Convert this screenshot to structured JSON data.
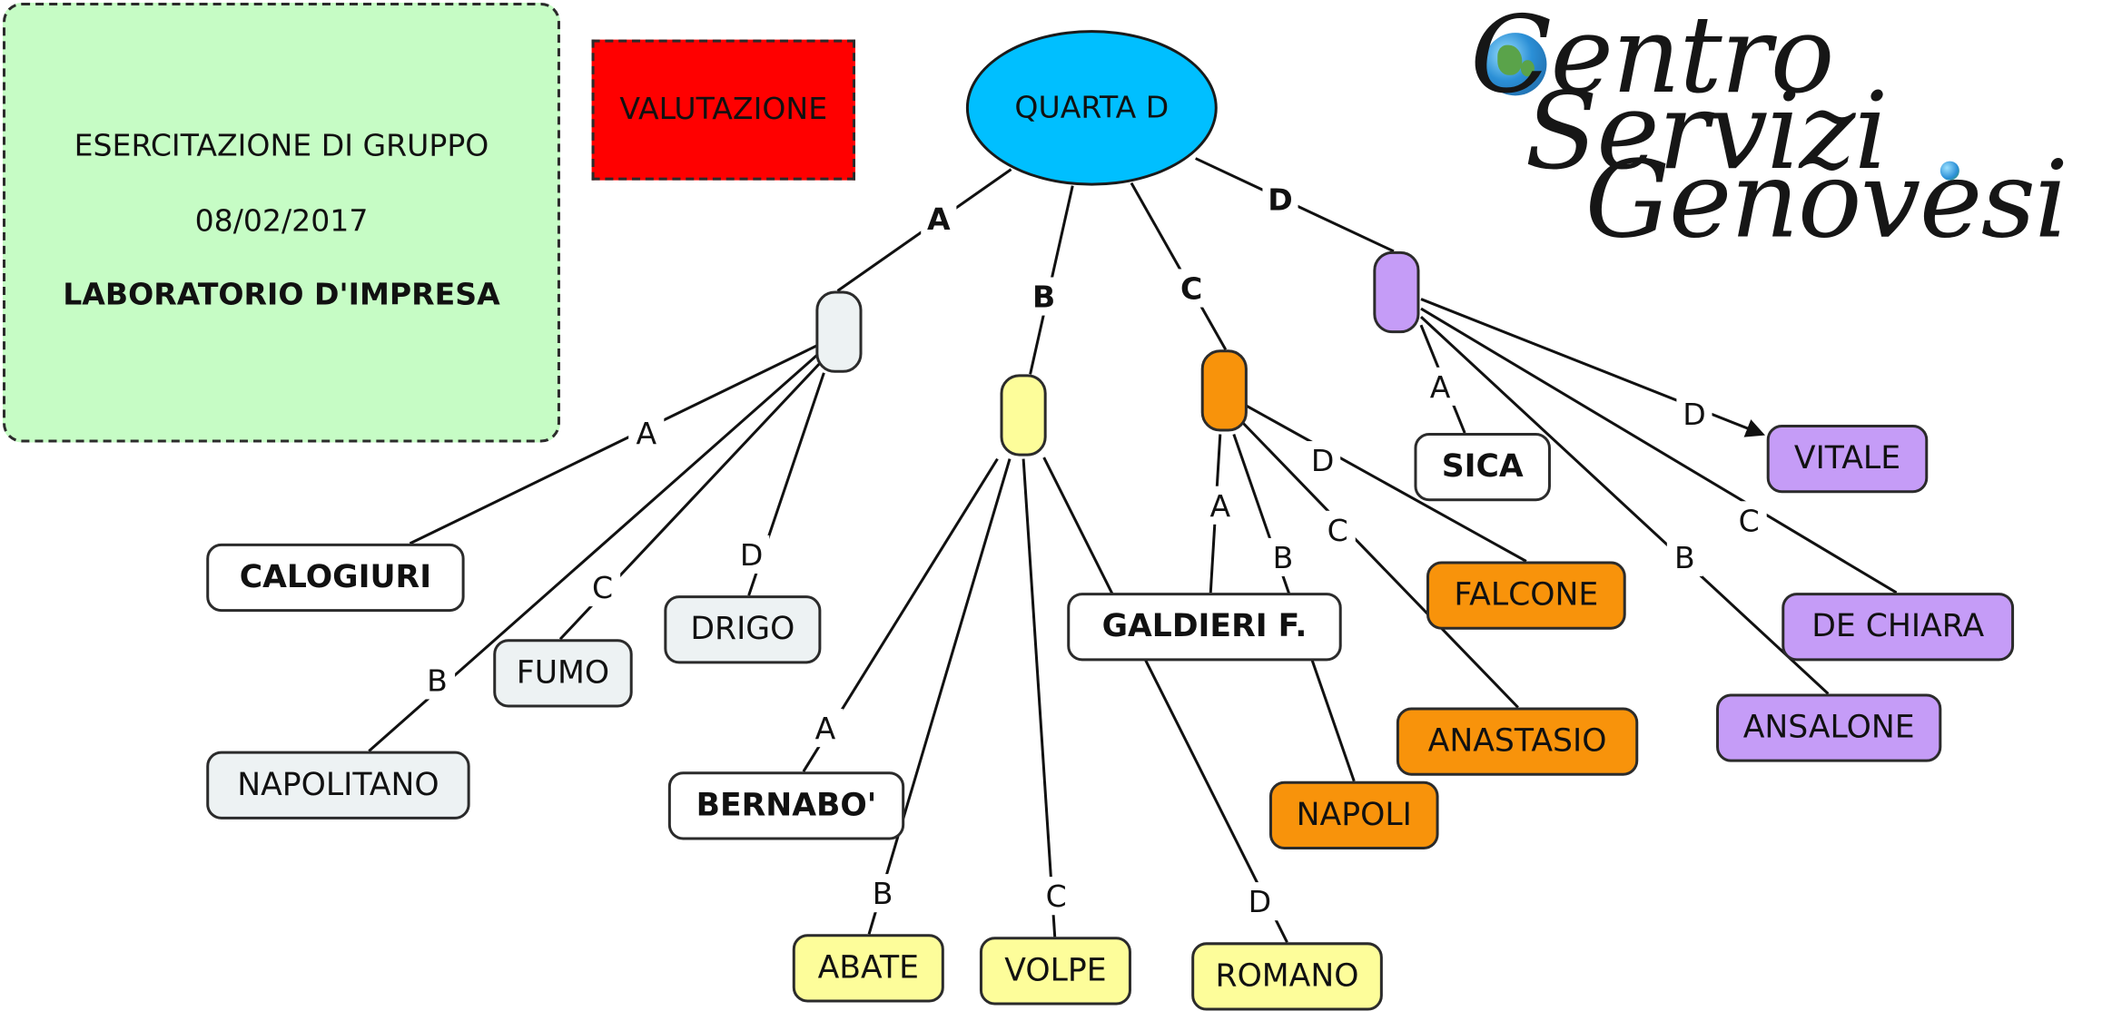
{
  "diagram": {
    "root": "QUARTA D",
    "note": {
      "line1": "ESERCITAZIONE DI GRUPPO",
      "line2": "08/02/2017",
      "line3": "LABORATORIO D'IMPRESA"
    },
    "valutazione": "VALUTAZIONE",
    "logo": {
      "line1": "Centro",
      "line2": "Servizi",
      "line3": "Genovesi"
    },
    "colors": {
      "root": "#00bfff",
      "note": "#c6fcc5",
      "valutazione": "#ff0000",
      "group_a": "#edf2f3",
      "group_b": "#fdfd9a",
      "group_c": "#f8930b",
      "group_d": "#c59cf7",
      "leader": "#ffffff"
    },
    "root_edges": {
      "a": "A",
      "b": "B",
      "c": "C",
      "d": "D"
    },
    "groups": {
      "a": {
        "edges": {
          "a": "A",
          "b": "B",
          "c": "C",
          "d": "D"
        },
        "members": {
          "a": "CALOGIURI",
          "b": "NAPOLITANO",
          "c": "FUMO",
          "d": "DRIGO"
        }
      },
      "b": {
        "edges": {
          "a": "A",
          "b": "B",
          "c": "C",
          "d": "D"
        },
        "members": {
          "a": "BERNABO'",
          "b": "ABATE",
          "c": "VOLPE",
          "d": "ROMANO"
        }
      },
      "c": {
        "edges": {
          "a": "A",
          "b": "B",
          "c": "C",
          "d": "D"
        },
        "members": {
          "a": "GALDIERI F.",
          "b": "NAPOLI",
          "c": "ANASTASIO",
          "d": "FALCONE"
        }
      },
      "d": {
        "edges": {
          "a": "A",
          "b": "B",
          "c": "C",
          "d": "D"
        },
        "members": {
          "a": "SICA",
          "b": "ANSALONE",
          "c": "DE CHIARA",
          "d": "VITALE"
        }
      }
    }
  }
}
